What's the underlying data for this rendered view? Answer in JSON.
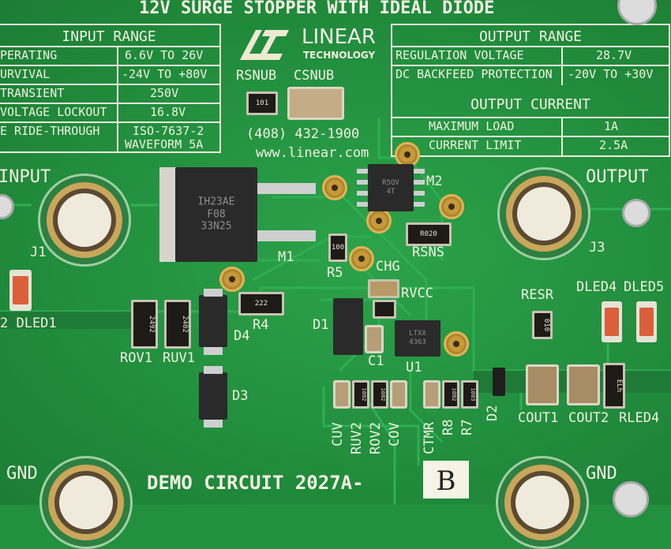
{
  "board": {
    "title": "12V SURGE STOPPER WITH IDEAL DIODE",
    "demo_circuit": "DEMO CIRCUIT 2027A-",
    "revision_mark": "B",
    "brand": "LINEAR",
    "brand_sub": "TECHNOLOGY",
    "phone": "(408) 432-1900",
    "website": "www.linear.com"
  },
  "input_range": {
    "header": "INPUT RANGE",
    "rows": [
      {
        "label": "PERATING",
        "value": "6.6V TO 26V"
      },
      {
        "label": "URVIVAL",
        "value": "-24V TO +80V"
      },
      {
        "label": "TRANSIENT",
        "value": "250V"
      },
      {
        "label": "VOLTAGE LOCKOUT",
        "value": "16.8V"
      },
      {
        "label": "E RIDE-THROUGH",
        "value": "ISO-7637-2",
        "value2": "WAVEFORM 5A"
      }
    ]
  },
  "output_range": {
    "header": "OUTPUT RANGE",
    "rows": [
      {
        "label": "REGULATION VOLTAGE",
        "value": "28.7V"
      },
      {
        "label": "DC BACKFEED PROTECTION",
        "value": "-20V TO +30V"
      }
    ]
  },
  "output_current": {
    "header": "OUTPUT CURRENT",
    "rows": [
      {
        "label": "MAXIMUM LOAD",
        "value": "1A"
      },
      {
        "label": "CURRENT LIMIT",
        "value": "2.5A"
      }
    ]
  },
  "labels": {
    "rsnub": "RSNUB",
    "csnub": "CSNUB",
    "input": "INPUT",
    "output": "OUTPUT",
    "j1": "J1",
    "j3": "J3",
    "m1": "M1",
    "m2": "M2",
    "r5": "R5",
    "rsns": "RSNS",
    "chg": "CHG",
    "rvcc": "RVCC",
    "r4": "R4",
    "d1": "D1",
    "d4": "D4",
    "d3": "D3",
    "c1": "C1",
    "u1": "U1",
    "rov1": "ROV1",
    "ruv1": "RUV1",
    "dled1": "2 DLED1",
    "resr": "RESR",
    "dled4": "DLED4",
    "dled5": "DLED5",
    "d2": "D2",
    "cout1": "COUT1",
    "cout2": "COUT2",
    "rled4": "RLED4",
    "cuv": "CUV",
    "ruv2": "RUV2",
    "rov2": "ROV2",
    "cov": "COV",
    "ctmr": "CTMR",
    "r8": "R8",
    "r7": "R7",
    "gnd_left": "GND",
    "gnd_right": "GND"
  },
  "markings": {
    "rsnub_code": "101",
    "rsns_code": "R020",
    "r5_code": "100",
    "r4_code": "222",
    "rov1_code": "2492",
    "ruv1_code": "2402",
    "resr_code": "010",
    "rled4_code": "ELh",
    "ruv2_code": "1002",
    "rov2_code": "1002",
    "r8_code": "1002",
    "r7_code": "1003",
    "m1_line1": "IH23AE",
    "m1_line2": "F08",
    "m1_line3": "33N25",
    "u1_line1": "LTXX",
    "u1_line2": "4363",
    "m2_line1": "R5QV",
    "m2_line2": "4T"
  },
  "colors": {
    "pcb": "#23903f",
    "silkscreen": "#f2f0e2",
    "pad_gold": "#c69a3a"
  }
}
